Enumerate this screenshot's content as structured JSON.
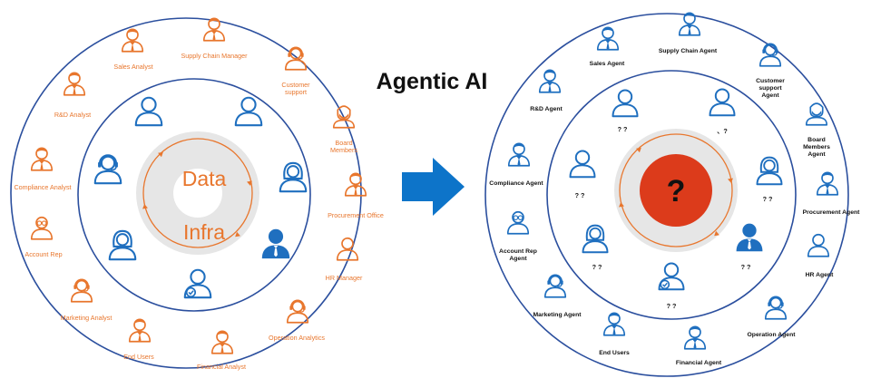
{
  "title": "Agentic AI",
  "colors": {
    "orange": "#e8762d",
    "blue": "#1f6fbf",
    "ring": "#2b4f9e",
    "arrow": "#0d74c9",
    "hub_red": "#dc3b1b"
  },
  "left": {
    "hub_top": "Data",
    "hub_bottom": "Infra",
    "outer_roles": [
      {
        "label": "Sales Analyst",
        "icon": "tie-person-icon"
      },
      {
        "label": "Supply Chain Manager",
        "icon": "tie-person-icon"
      },
      {
        "label": "Customer support",
        "icon": "headset-person-icon"
      },
      {
        "label": "Board Members",
        "icon": "bearded-person-icon"
      },
      {
        "label": "Procurement Office",
        "icon": "tie-person-icon"
      },
      {
        "label": "HR Manager",
        "icon": "person-icon"
      },
      {
        "label": "Operation Analytics",
        "icon": "headset-person-icon"
      },
      {
        "label": "Financial Analyst",
        "icon": "tie-person-icon"
      },
      {
        "label": "End Users",
        "icon": "tie-person-icon"
      },
      {
        "label": "Marketing Analyst",
        "icon": "headset-person-icon"
      },
      {
        "label": "Account Rep",
        "icon": "glasses-person-icon"
      },
      {
        "label": "Compliance Analyst",
        "icon": "tie-person-icon"
      },
      {
        "label": "R&D Analyst",
        "icon": "tie-person-icon"
      }
    ],
    "inner_users": [
      {
        "icon": "person-icon"
      },
      {
        "icon": "person-icon"
      },
      {
        "icon": "female-person-icon"
      },
      {
        "icon": "business-person-icon"
      },
      {
        "icon": "verified-person-icon"
      },
      {
        "icon": "female-person-icon"
      },
      {
        "icon": "headset-person-icon"
      }
    ]
  },
  "right": {
    "hub_symbol": "?",
    "outer_roles": [
      {
        "label": "Sales Agent",
        "icon": "tie-person-icon"
      },
      {
        "label": "Supply Chain Agent",
        "icon": "tie-person-icon"
      },
      {
        "label": "Customer support Agent",
        "icon": "headset-person-icon"
      },
      {
        "label": "Board Members Agent",
        "icon": "bearded-person-icon"
      },
      {
        "label": "Procurement  Agent",
        "icon": "tie-person-icon"
      },
      {
        "label": "HR Agent",
        "icon": "person-icon"
      },
      {
        "label": "Operation Agent",
        "icon": "headset-person-icon"
      },
      {
        "label": "Financial Agent",
        "icon": "tie-person-icon"
      },
      {
        "label": "End Users",
        "icon": "tie-person-icon"
      },
      {
        "label": "Marketing Agent",
        "icon": "headset-person-icon"
      },
      {
        "label": "Account Rep Agent",
        "icon": "glasses-person-icon"
      },
      {
        "label": "Compliance Agent",
        "icon": "tie-person-icon"
      },
      {
        "label": "R&D Agent",
        "icon": "tie-person-icon"
      }
    ],
    "inner_users": [
      {
        "label": "? ?",
        "icon": "person-icon"
      },
      {
        "label": "、?",
        "icon": "person-icon"
      },
      {
        "label": "? ?",
        "icon": "female-person-icon"
      },
      {
        "label": "? ?",
        "icon": "business-person-icon"
      },
      {
        "label": "? ?",
        "icon": "verified-person-icon"
      },
      {
        "label": "? ?",
        "icon": "female-person-icon"
      },
      {
        "label": "? ?",
        "icon": "person-icon"
      }
    ]
  }
}
